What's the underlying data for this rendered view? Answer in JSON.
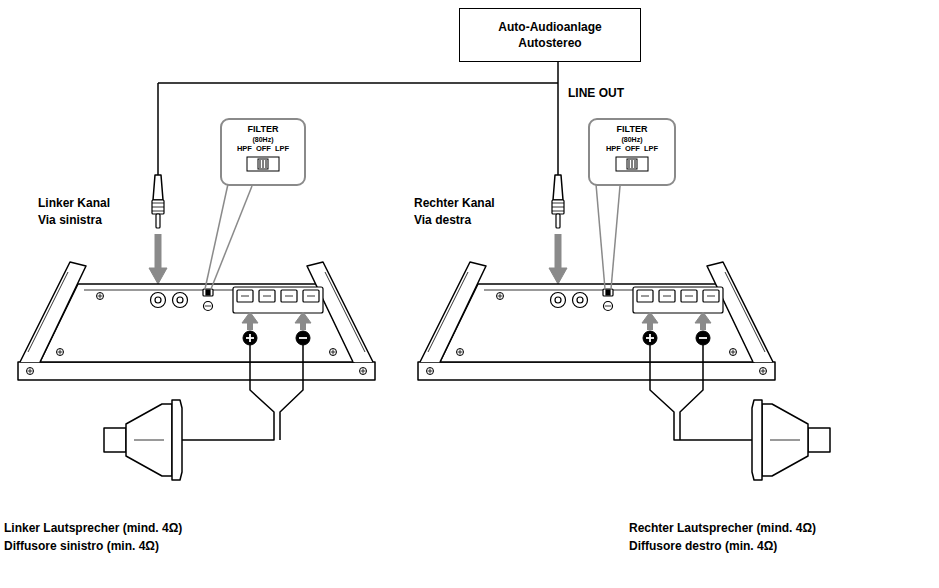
{
  "diagram": {
    "nodes": [
      {
        "text": [
          "Auto-Audioanlage",
          "Autostereo"
        ]
      },
      {
        "text": [
          "FILTER",
          "(80Hz)",
          "HPF",
          "OFF",
          "LPF"
        ]
      },
      {
        "text": [
          "FILTER",
          "(80Hz)",
          "HPF",
          "OFF",
          "LPF"
        ]
      }
    ],
    "labels": [
      "LINE OUT",
      "Linker Kanal",
      "Via sinistra",
      "Rechter Kanal",
      "Via destra",
      "Linker Lautsprecher (mind. 4Ω)",
      "Diffusore sinistro (min. 4Ω)",
      "Rechter Lautsprecher (mind. 4Ω)",
      "Diffusore destro (min. 4Ω)"
    ]
  }
}
